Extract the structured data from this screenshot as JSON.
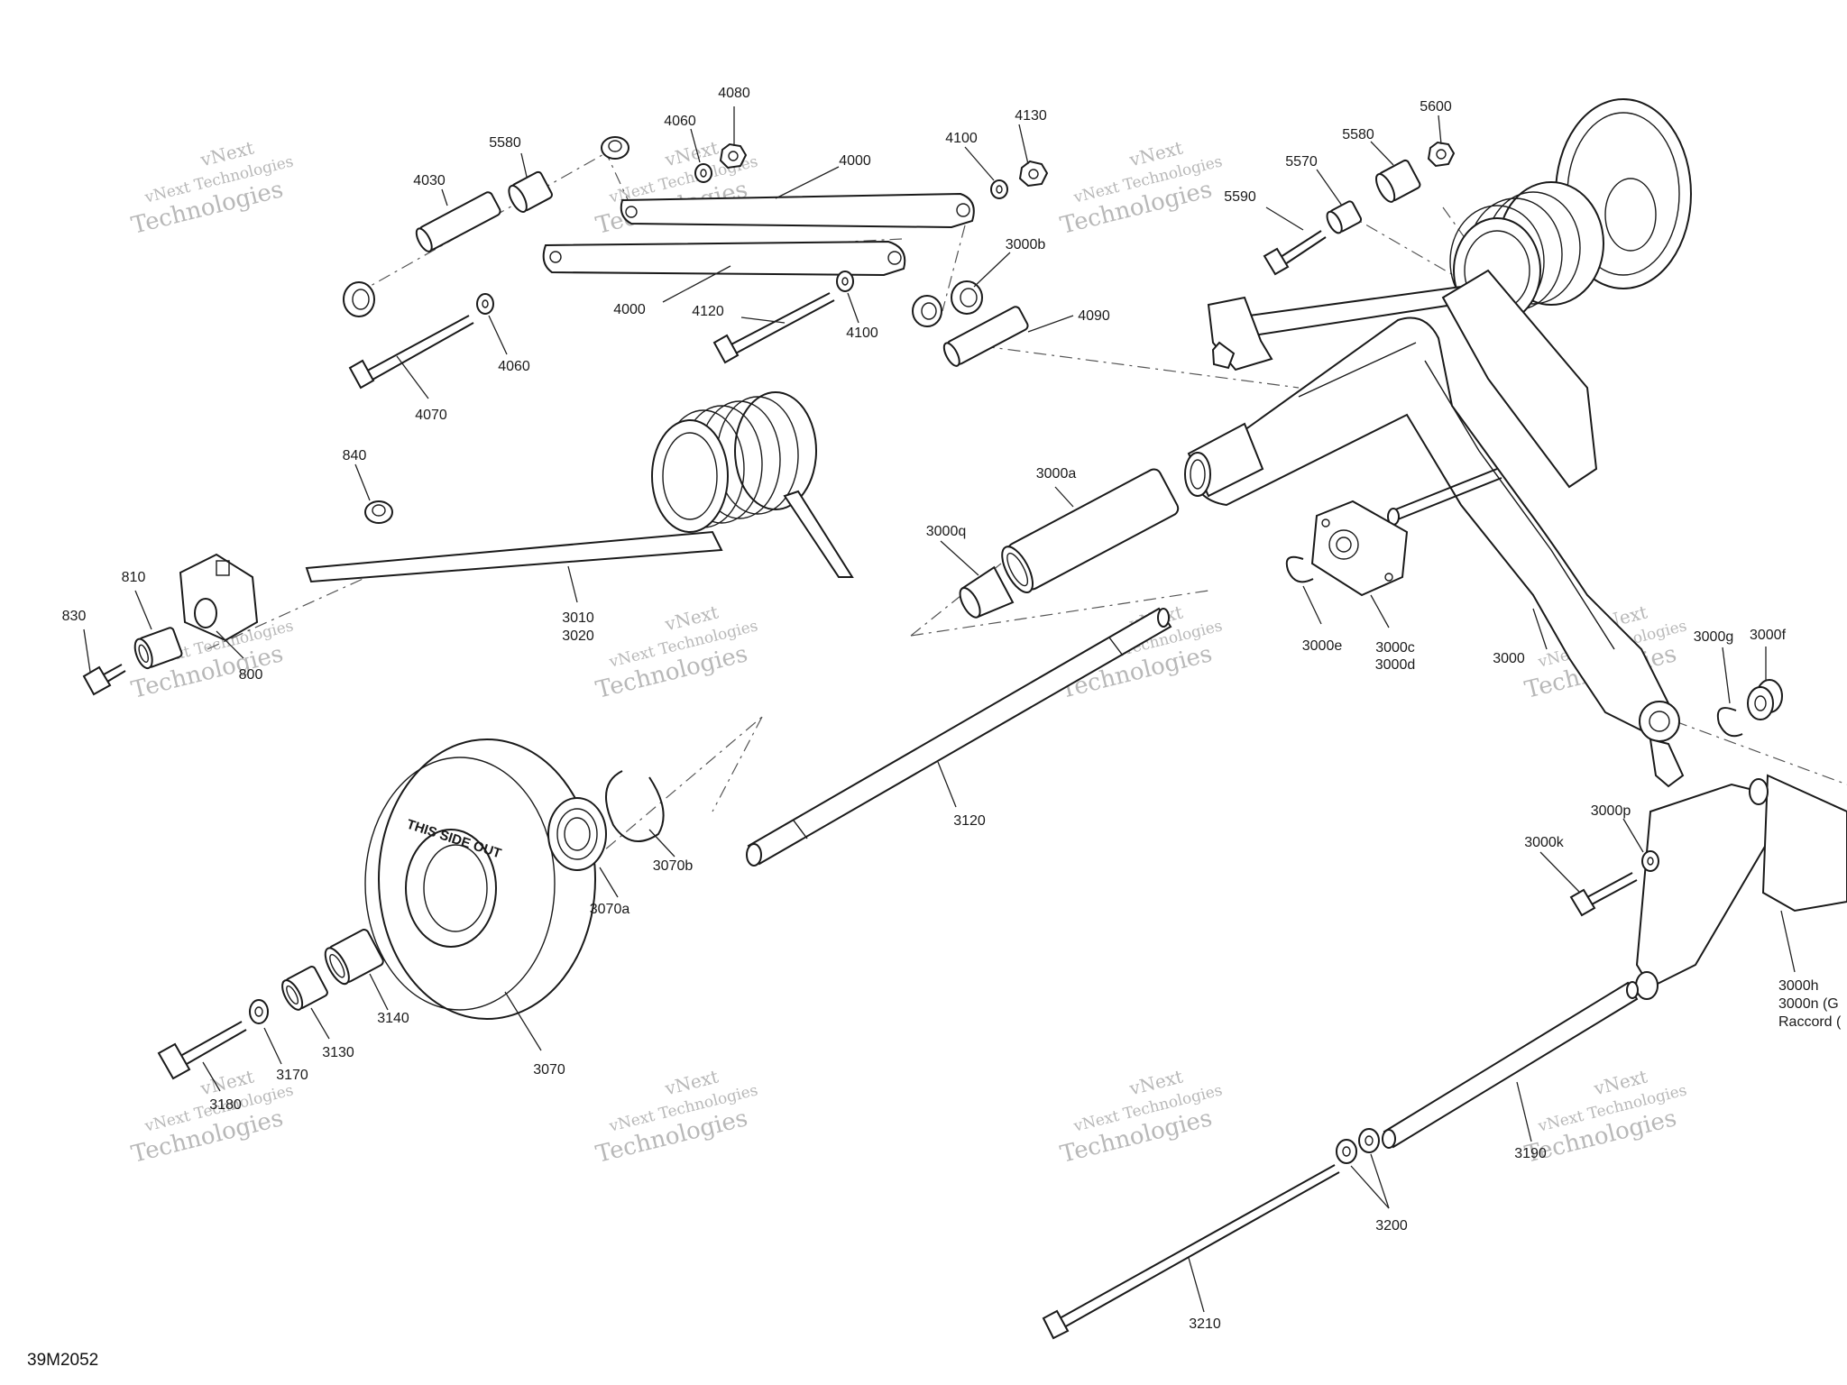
{
  "diagram": {
    "reference": "39M2052",
    "stamp_text": "THIS SIDE OUT",
    "watermark": {
      "line1": "vNext",
      "line2": "vNext Technologies",
      "line3": "Technologies"
    },
    "labels": [
      "4080",
      "4060",
      "5580",
      "4030",
      "4000",
      "4100",
      "4130",
      "3000b",
      "4000",
      "4120",
      "4100",
      "4060",
      "4070",
      "4090",
      "5600",
      "5580",
      "5570",
      "5590",
      "840",
      "810",
      "830",
      "800",
      "3010",
      "3020",
      "3000a",
      "3000q",
      "3000e",
      "3000c",
      "3000d",
      "3000",
      "3000g",
      "3000f",
      "3000p",
      "3000k",
      "3000h",
      "3000n (G",
      "Raccord (",
      "3120",
      "3070b",
      "3070a",
      "3070",
      "3140",
      "3130",
      "3170",
      "3180",
      "3190",
      "3200",
      "3210"
    ]
  }
}
